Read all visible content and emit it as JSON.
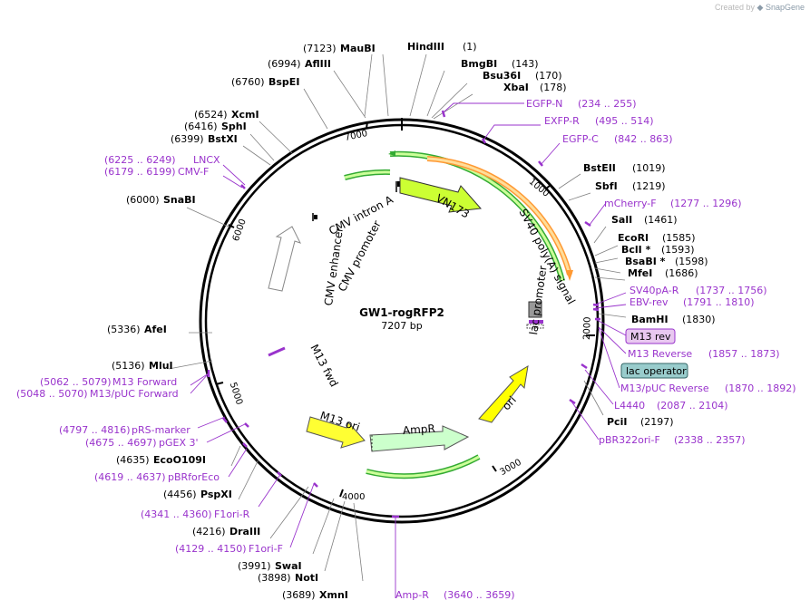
{
  "credit": {
    "prefix": "Created by",
    "brand": "SnapGene"
  },
  "plasmid": {
    "name": "GW1-rogRFP2",
    "size": "7207 bp"
  },
  "ring_ticks": [
    "7000",
    "1000",
    "2000",
    "3000",
    "4000",
    "5000",
    "6000"
  ],
  "features": [
    "CMV intron A",
    "VN173",
    "SV40 poly(A) signal",
    "CMV promoter",
    "CMV enhancer",
    "M13 fwd",
    "lac promoter",
    "M13 ori",
    "AmpR",
    "ori"
  ],
  "sites": {
    "maubi": {
      "pos": "(7123)",
      "name": "MauBI"
    },
    "hindiii": {
      "name": "HindIII",
      "pos": "(1)"
    },
    "bmgbi": {
      "name": "BmgBI",
      "pos": "(143)"
    },
    "bsu36i": {
      "name": "Bsu36I",
      "pos": "(170)"
    },
    "xbai": {
      "name": "XbaI",
      "pos": "(178)"
    },
    "afliii": {
      "pos": "(6994)",
      "name": "AflIII"
    },
    "bspei": {
      "pos": "(6760)",
      "name": "BspEI"
    },
    "xcmi": {
      "pos": "(6524)",
      "name": "XcmI"
    },
    "sphi": {
      "pos": "(6416)",
      "name": "SphI"
    },
    "bstxi": {
      "pos": "(6399)",
      "name": "BstXI"
    },
    "snabi": {
      "pos": "(6000)",
      "name": "SnaBI"
    },
    "bsteii": {
      "name": "BstEII",
      "pos": "(1019)"
    },
    "sbfi": {
      "name": "SbfI",
      "pos": "(1219)"
    },
    "sali": {
      "name": "SalI",
      "pos": "(1461)"
    },
    "ecori": {
      "name": "EcoRI",
      "pos": "(1585)"
    },
    "bcli": {
      "name": "BclI *",
      "pos": "(1593)"
    },
    "bsabi": {
      "name": "BsaBI *",
      "pos": "(1598)"
    },
    "mfei": {
      "name": "MfeI",
      "pos": "(1686)"
    },
    "bamhi": {
      "name": "BamHI",
      "pos": "(1830)"
    },
    "afei": {
      "pos": "(5336)",
      "name": "AfeI"
    },
    "mlui": {
      "pos": "(5136)",
      "name": "MluI"
    },
    "pcii": {
      "name": "PciI",
      "pos": "(2197)"
    },
    "ecoo109i": {
      "pos": "(4635)",
      "name": "EcoO109I"
    },
    "pspxi": {
      "pos": "(4456)",
      "name": "PspXI"
    },
    "draiii": {
      "pos": "(4216)",
      "name": "DraIII"
    },
    "swai": {
      "pos": "(3991)",
      "name": "SwaI"
    },
    "noti": {
      "pos": "(3898)",
      "name": "NotI"
    },
    "xmni": {
      "pos": "(3689)",
      "name": "XmnI"
    }
  },
  "primers": {
    "egfpn": {
      "name": "EGFP-N",
      "range": "(234 .. 255)"
    },
    "exfpr": {
      "name": "EXFP-R",
      "range": "(495 .. 514)"
    },
    "egfpc": {
      "name": "EGFP-C",
      "range": "(842 .. 863)"
    },
    "lncx": {
      "range": "(6225 .. 6249)",
      "name": "LNCX"
    },
    "cmvf": {
      "range": "(6179 .. 6199)",
      "name": "CMV-F"
    },
    "mcherryf": {
      "name": "mCherry-F",
      "range": "(1277 .. 1296)"
    },
    "sv40par": {
      "name": "SV40pA-R",
      "range": "(1737 .. 1756)"
    },
    "ebvrev": {
      "name": "EBV-rev",
      "range": "(1791 .. 1810)"
    },
    "m13rev": {
      "name": "M13 rev"
    },
    "m13reverse": {
      "name": "M13 Reverse",
      "range": "(1857 .. 1873)"
    },
    "lacop": {
      "name": "lac operator"
    },
    "m13pucrev": {
      "name": "M13/pUC Reverse",
      "range": "(1870 .. 1892)"
    },
    "l4440": {
      "name": "L4440",
      "range": "(2087 .. 2104)"
    },
    "pbr322": {
      "name": "pBR322ori-F",
      "range": "(2338 .. 2357)"
    },
    "m13fwd": {
      "range": "(5062 .. 5079)",
      "name": "M13 Forward"
    },
    "m13pucfwd": {
      "range": "(5048 .. 5070)",
      "name": "M13/pUC Forward"
    },
    "prs": {
      "range": "(4797 .. 4816)",
      "name": "pRS-marker"
    },
    "pgex": {
      "range": "(4675 .. 4697)",
      "name": "pGEX 3'"
    },
    "pbrforeco": {
      "range": "(4619 .. 4637)",
      "name": "pBRforEco"
    },
    "f1orir": {
      "range": "(4341 .. 4360)",
      "name": "F1ori-R"
    },
    "f1orif": {
      "range": "(4129 .. 4150)",
      "name": "F1ori-F"
    },
    "ampr": {
      "name": "Amp-R",
      "range": "(3640 .. 3659)"
    }
  },
  "colors": {
    "primer": "#9933cc",
    "vn173": "#ccff33",
    "ori": "#ffff00",
    "m13ori": "#ffff33",
    "ampr": "#ccffcc",
    "cmv": "#ffffff",
    "lac_operator": "#99cccc",
    "m13_rev_box": "#e8c8f0",
    "green_arc": "#33aa33",
    "orange_arc": "#ff9933"
  }
}
